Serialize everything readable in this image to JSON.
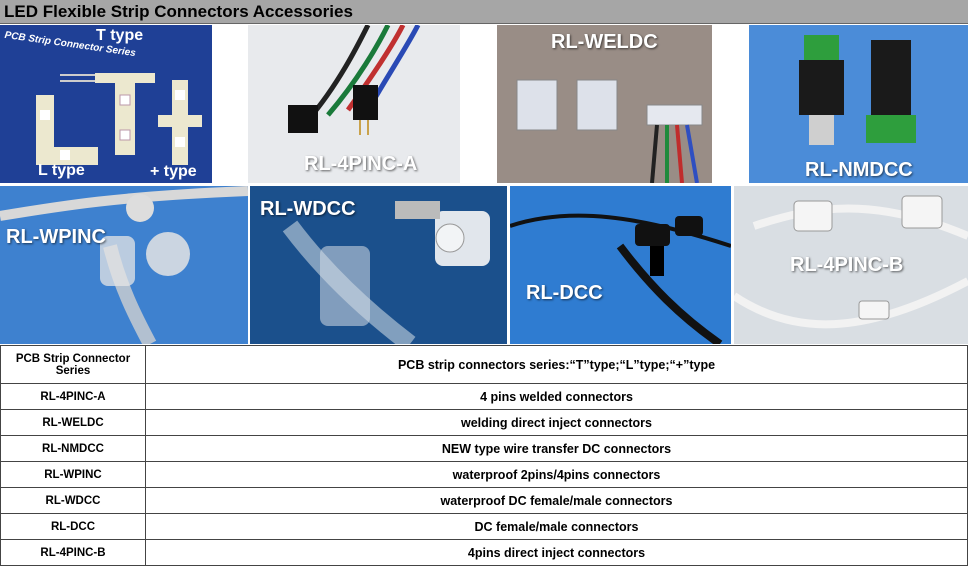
{
  "header": {
    "title": "LED Flexible Strip Connectors Accessories"
  },
  "photos": {
    "pcb": {
      "series": "PCB Strip Connector Series",
      "t": "T type",
      "l": "L type",
      "plus": "+ type"
    },
    "p4pinca": {
      "label": "RL-4PINC-A"
    },
    "weldc": {
      "label": "RL-WELDC"
    },
    "nmdcc": {
      "label": "RL-NMDCC"
    },
    "wpinc": {
      "label": "RL-WPINC"
    },
    "wdcc": {
      "label": "RL-WDCC"
    },
    "dcc": {
      "label": "RL-DCC"
    },
    "p4pincb": {
      "label": "RL-4PINC-B"
    }
  },
  "table": {
    "rows": [
      {
        "code": "PCB Strip Connector Series",
        "desc": "PCB strip connectors series:“T”type;“L”type;“+”type"
      },
      {
        "code": "RL-4PINC-A",
        "desc": "4 pins welded connectors"
      },
      {
        "code": "RL-WELDC",
        "desc": "welding direct inject connectors"
      },
      {
        "code": "RL-NMDCC",
        "desc": "NEW type wire transfer DC connectors"
      },
      {
        "code": "RL-WPINC",
        "desc": "waterproof 2pins/4pins connectors"
      },
      {
        "code": "RL-WDCC",
        "desc": "waterproof DC female/male connectors"
      },
      {
        "code": "RL-DCC",
        "desc": "DC female/male connectors"
      },
      {
        "code": "RL-4PINC-B",
        "desc": "4pins direct inject connectors"
      }
    ]
  }
}
